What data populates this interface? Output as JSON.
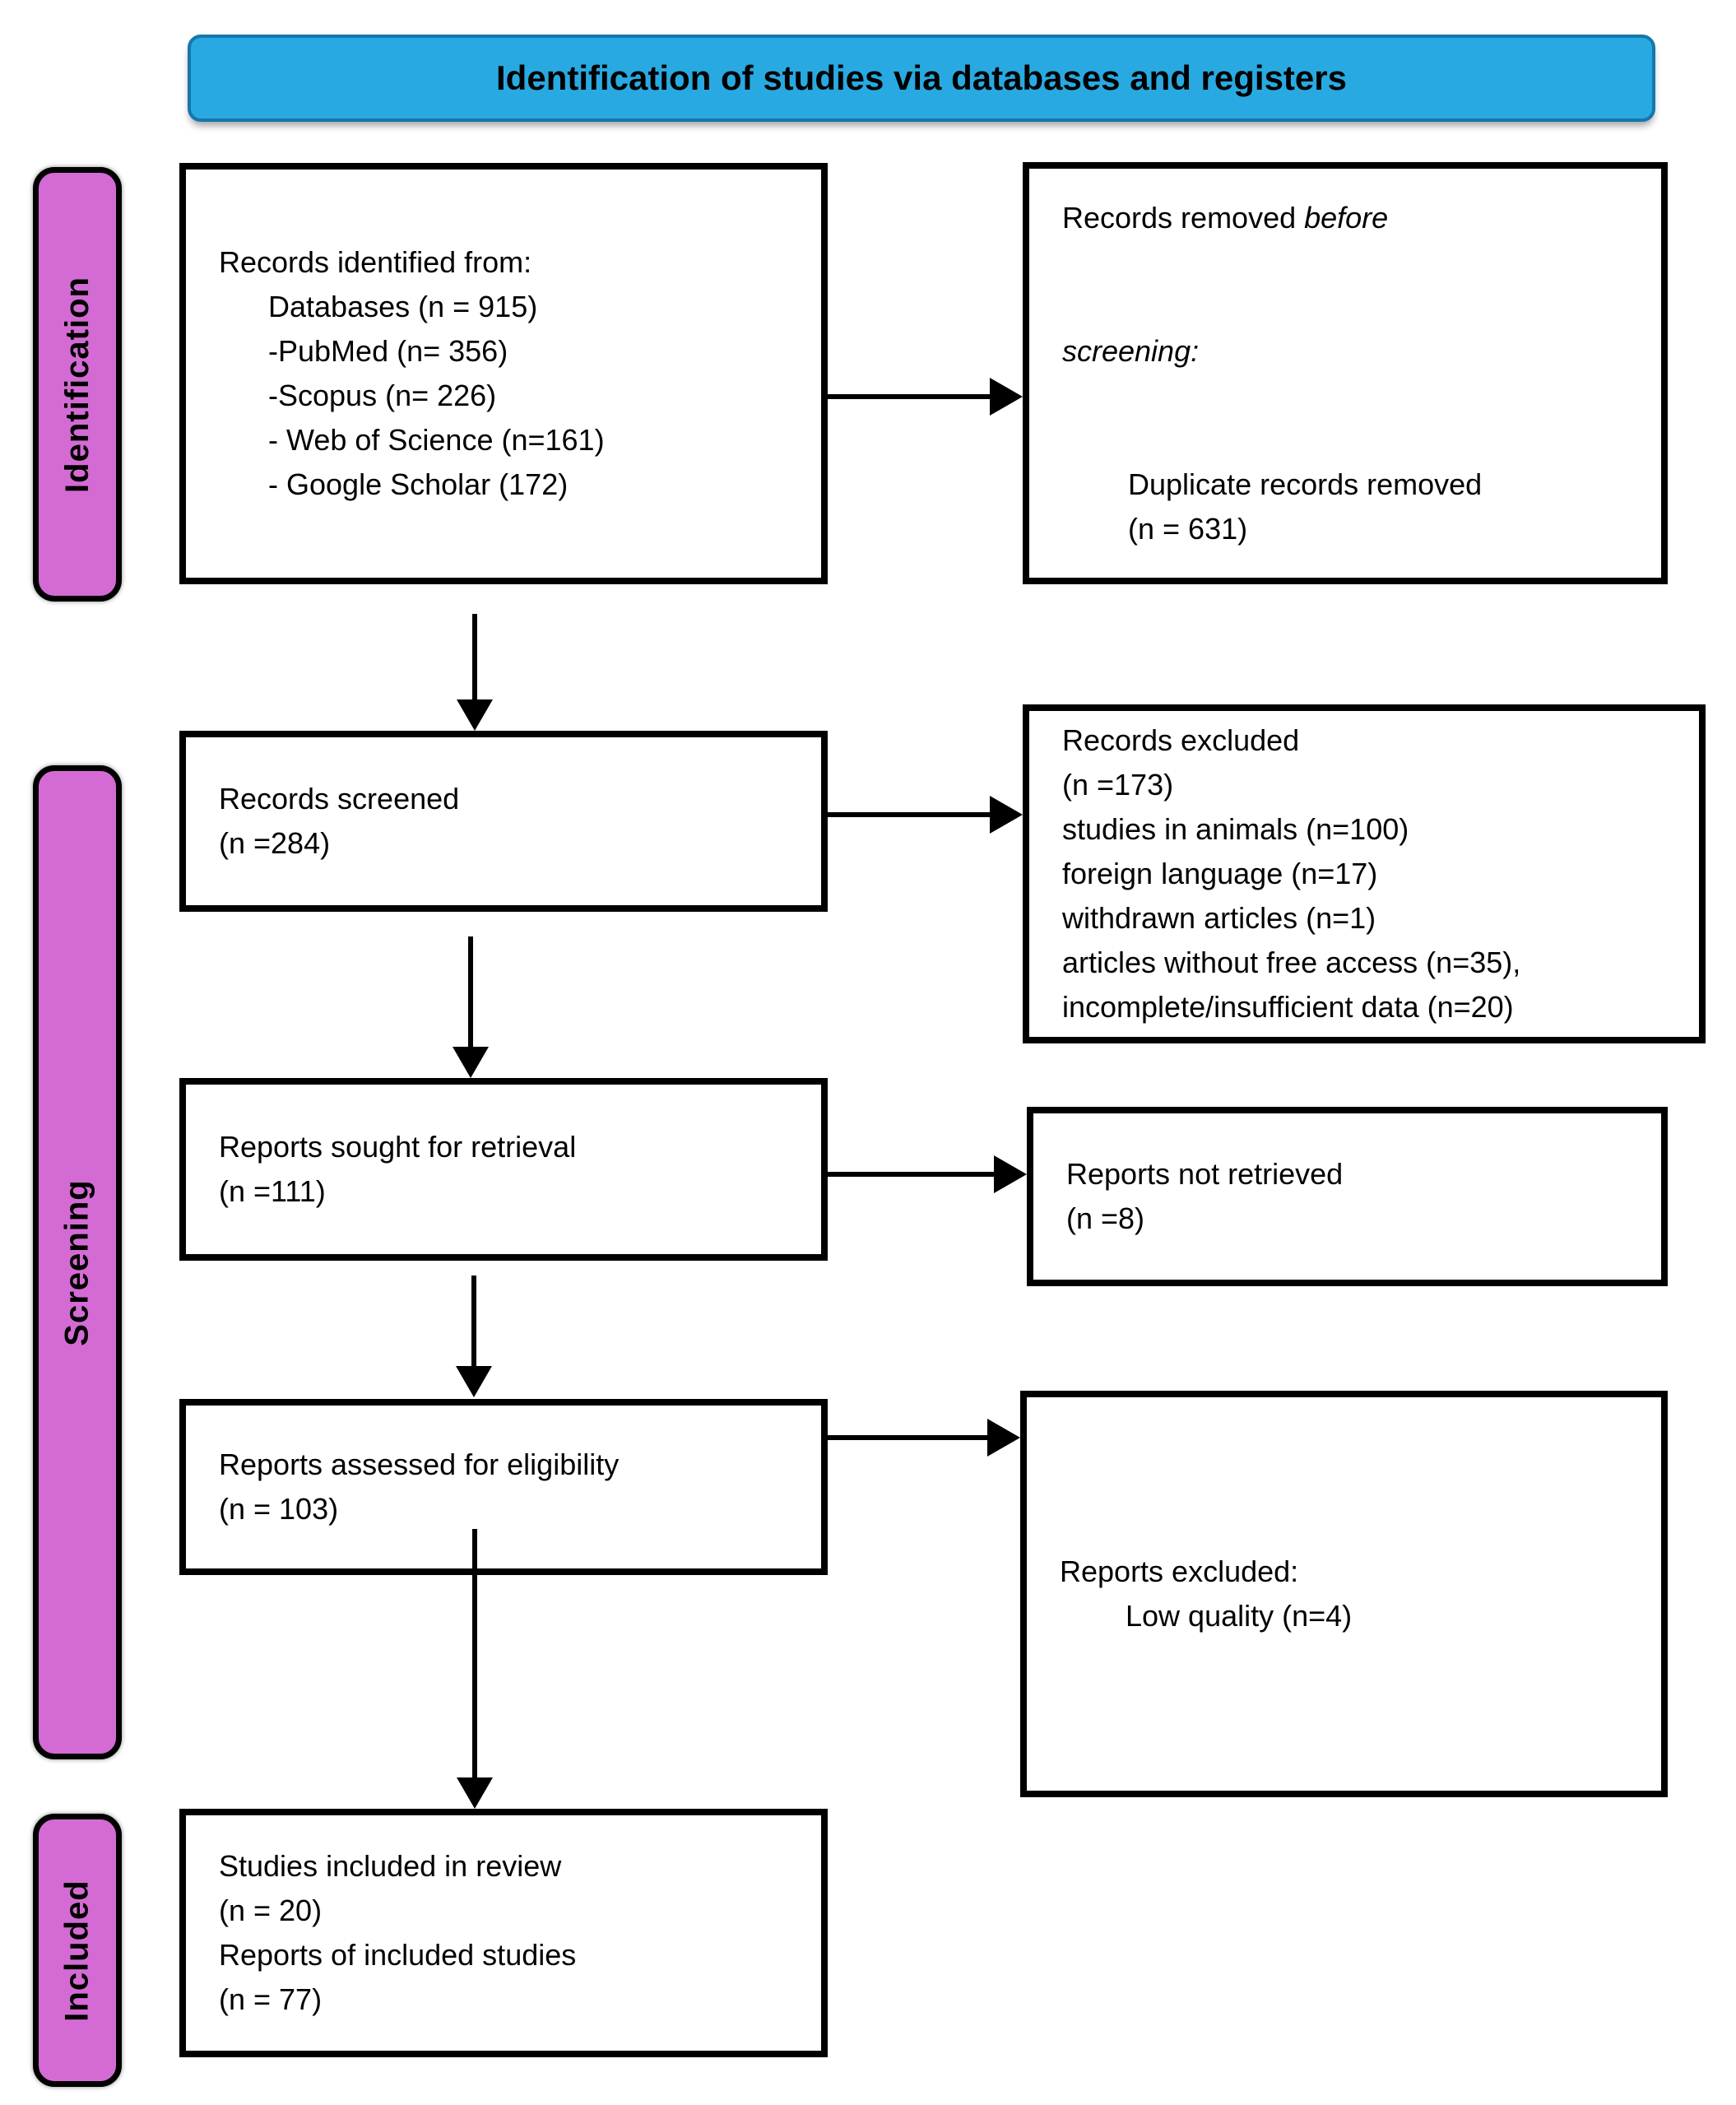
{
  "header": {
    "title": "Identification of studies via databases and registers",
    "bg_color": "#29A9E1",
    "border_color": "#1577AC"
  },
  "stages": [
    {
      "label": "Identification"
    },
    {
      "label": "Screening"
    },
    {
      "label": "Included"
    }
  ],
  "stage_color": "#D46BD4",
  "boxes": {
    "identified": "Records identified from:\n      Databases (n = 915)\n      -PubMed (n= 356)\n      -Scopus (n= 226)\n      - Web of Science (n=161)\n      - Google Scholar (172)",
    "removed_line1_regular": "Records removed ",
    "removed_line1_italic": "before",
    "removed_line2_italic": "screening:",
    "removed_rest": "        Duplicate records removed\n        (n = 631)",
    "screened": "Records screened\n(n =284)",
    "excluded": "Records excluded\n(n =173)\nstudies in animals (n=100)\nforeign language (n=17)\nwithdrawn articles (n=1)\narticles without free access (n=35),\nincomplete/insufficient data (n=20)",
    "sought": "Reports sought for retrieval\n(n =111)",
    "not_retrieved": "Reports not retrieved\n(n =8)",
    "assessed": "Reports assessed for eligibility\n(n = 103)",
    "reports_excluded": "Reports excluded:\n        Low quality (n=4)",
    "included": "Studies included in review\n(n = 20)\nReports of included studies\n(n = 77)"
  }
}
